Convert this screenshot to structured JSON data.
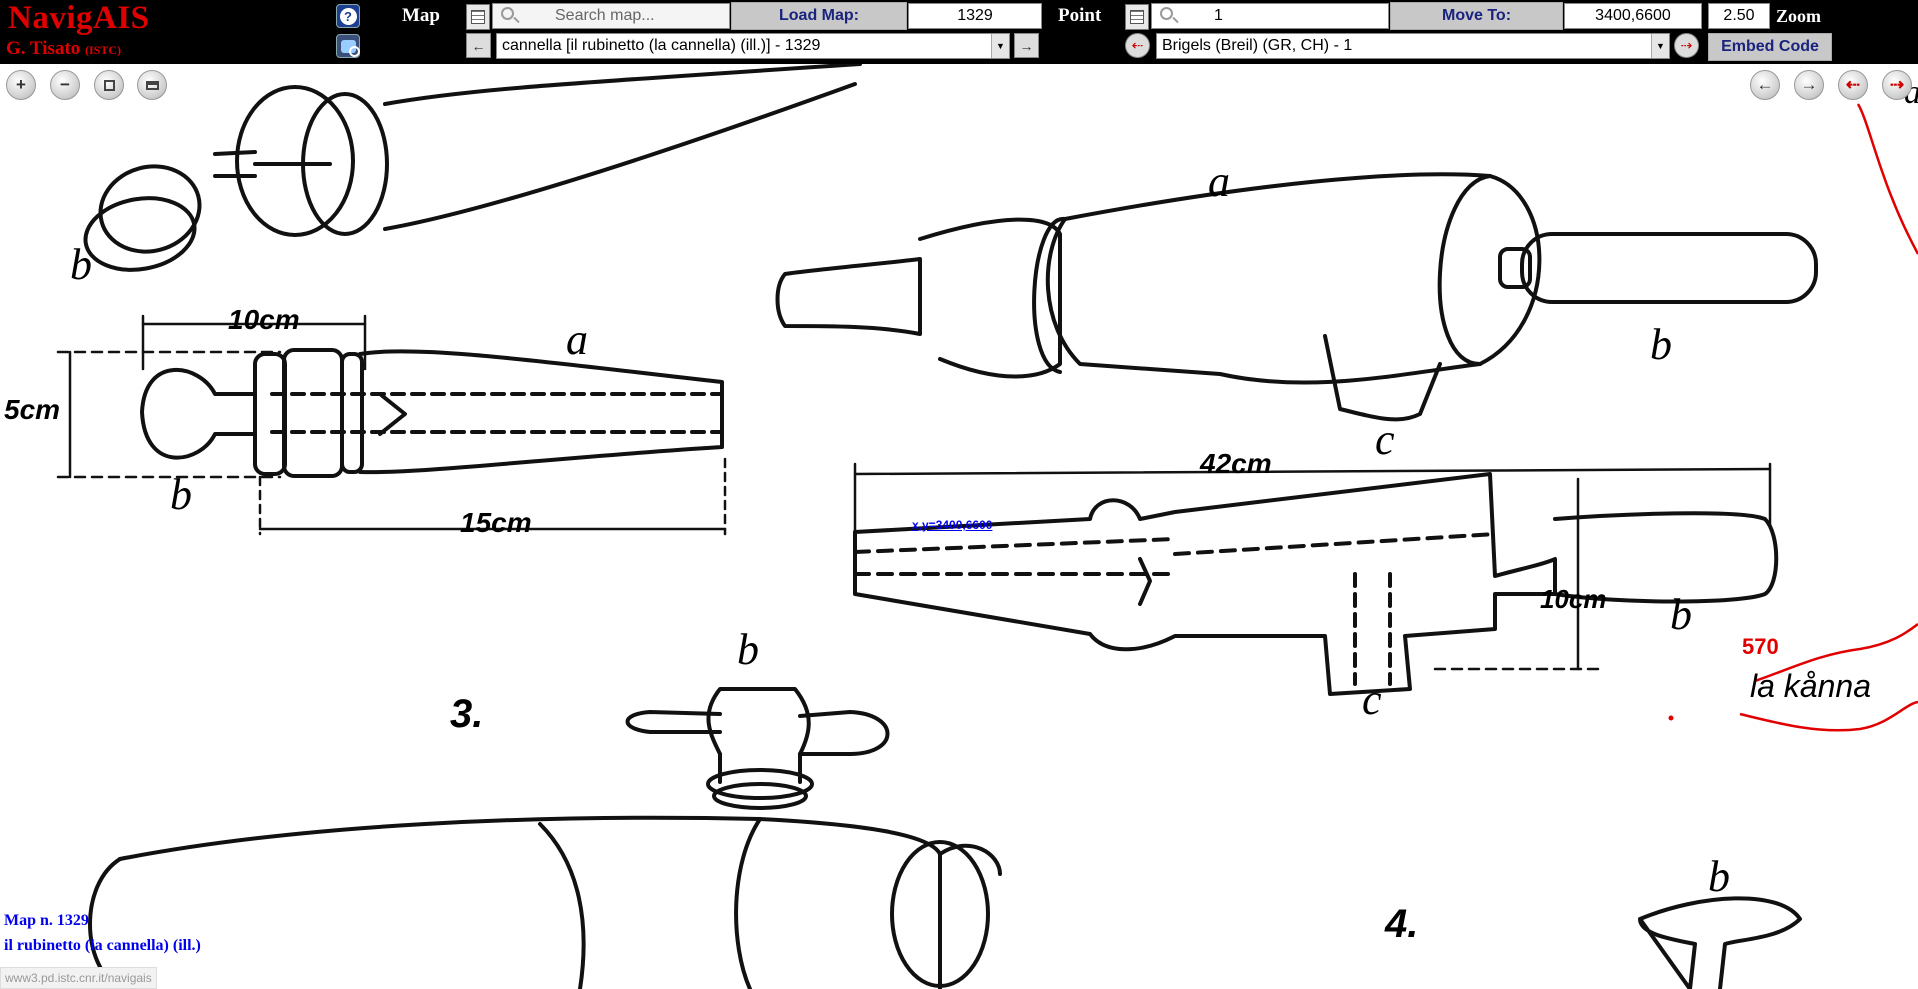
{
  "app": {
    "logo": "NavigAIS",
    "subtitle": "G. Tisato",
    "subtitle_small": "(ISTC)"
  },
  "map_section": {
    "label": "Map",
    "search_placeholder": "Search map...",
    "load_button": "Load Map:",
    "map_number": "1329",
    "selected_map": "cannella [il rubinetto (la cannella) (ill.)] - 1329"
  },
  "point_section": {
    "label": "Point",
    "point_value": "1",
    "move_button": "Move To:",
    "coordinates": "3400,6600",
    "zoom_value": "2.50",
    "zoom_label": "Zoom",
    "selected_point": "Brigels (Breil) (GR, CH) - 1",
    "embed_button": "Embed Code"
  },
  "map_labels": {
    "cursor_readout": "x,y=3400,6600",
    "dim_10cm": "10cm",
    "dim_5cm": "5cm",
    "dim_15cm": "15cm",
    "dim_42cm": "42cm",
    "dim_10cm_right": "10cm",
    "fig3": "3.",
    "fig4": "4.",
    "point_number": "570",
    "point_word": "la kånna",
    "letter_a": "a",
    "letter_b": "b",
    "letter_c": "c",
    "right_edge_letter": "a"
  },
  "caption": {
    "map_line": "Map n. 1329",
    "title_line": "il rubinetto (la cannella) (ill.)"
  },
  "status_url": "www3.pd.istc.cnr.it/navigais",
  "icons": [
    "help-icon",
    "locate-icon",
    "list-icon",
    "search-icon",
    "prev-arrow-icon",
    "next-arrow-icon",
    "zoom-in-icon",
    "zoom-out-icon",
    "fit-icon",
    "print-icon",
    "pan-left-icon",
    "pan-right-icon"
  ],
  "colors": {
    "toolbar_bg": "#000000",
    "logo_red": "#e00000",
    "button_text": "#1a237e",
    "caption_blue": "#0000ee",
    "isogloss_red": "#e00000"
  }
}
